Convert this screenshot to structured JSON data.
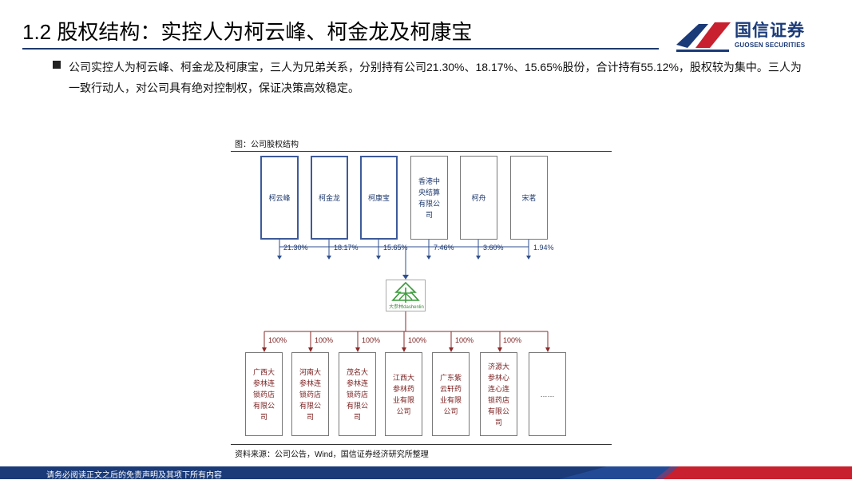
{
  "header": {
    "title": "1.2 股权结构：实控人为柯云峰、柯金龙及柯康宝",
    "logo_cn": "国信证券",
    "logo_en": "GUOSEN SECURITIES"
  },
  "body": {
    "paragraph": "公司实控人为柯云峰、柯金龙及柯康宝，三人为兄弟关系，分别持有公司21.30%、18.17%、15.65%股份，合计持有55.12%，股权较为集中。三人为一致行动人，对公司具有绝对控制权，保证决策高效稳定。"
  },
  "figure": {
    "title": "图：公司股权结构",
    "source": "资料来源：公司公告，Wind，国信证券经济研究所整理",
    "company_logo_text": "大参林dashenlin",
    "shareholders": [
      {
        "name": "柯云峰",
        "pct": "21.30%",
        "main": true
      },
      {
        "name": "柯金龙",
        "pct": "18.17%",
        "main": true
      },
      {
        "name": "柯康宝",
        "pct": "15.65%",
        "main": true
      },
      {
        "name": "香港中\n央结算\n有限公\n司",
        "pct": "7.46%",
        "main": false
      },
      {
        "name": "柯舟",
        "pct": "3.60%",
        "main": false
      },
      {
        "name": "宋茗",
        "pct": "1.94%",
        "main": false
      }
    ],
    "subsidiaries": [
      {
        "name": "广西大\n参林连\n锁药店\n有限公\n司",
        "pct": "100%"
      },
      {
        "name": "河南大\n参林连\n锁药店\n有限公\n司",
        "pct": "100%"
      },
      {
        "name": "茂名大\n参林连\n锁药店\n有限公\n司",
        "pct": "100%"
      },
      {
        "name": "江西大\n参林药\n业有限\n公司",
        "pct": "100%"
      },
      {
        "name": "广东紫\n云轩药\n业有限\n公司",
        "pct": "100%"
      },
      {
        "name": "济源大\n参林心\n连心连\n锁药店\n有限公\n司",
        "pct": "100%"
      },
      {
        "name": "……",
        "pct": ""
      }
    ]
  },
  "footer": {
    "disclaimer": "请务必阅读正文之后的免责声明及其项下所有内容"
  },
  "colors": {
    "navy": "#1a3a78",
    "red": "#c8202e",
    "sub_line": "#8b2a2a",
    "holder_line": "#2f4f8f"
  }
}
